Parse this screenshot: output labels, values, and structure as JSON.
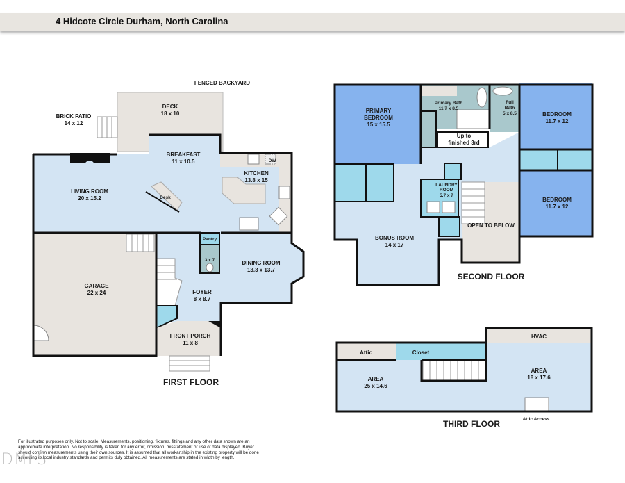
{
  "header": {
    "title": "4 Hidcote Circle  Durham, North Carolina"
  },
  "colors": {
    "living": "#d3e4f3",
    "outdoor": "#e8e4df",
    "bedroom": "#86b3ee",
    "bath": "#a9c8cc",
    "closet": "#9ed9eb",
    "wall": "#111111"
  },
  "first_floor": {
    "label": "FIRST FLOOR",
    "fenced_backyard": "FENCED BACKYARD",
    "rooms": [
      {
        "name": "BRICK PATIO",
        "size": "14 x 12"
      },
      {
        "name": "DECK",
        "size": "18 x 10"
      },
      {
        "name": "BREAKFAST",
        "size": "11 x 10.5"
      },
      {
        "name": "KITCHEN",
        "size": "13.8 x 15"
      },
      {
        "name": "LIVING ROOM",
        "size": "20 x 15.2"
      },
      {
        "name": "GARAGE",
        "size": "22 x 24"
      },
      {
        "name": "DINING ROOM",
        "size": "13.3 x 13.7"
      },
      {
        "name": "FOYER",
        "size": "8 x 8.7"
      },
      {
        "name": "FRONT PORCH",
        "size": "11 x 8"
      }
    ],
    "desk": "Desk",
    "pantry": "Pantry",
    "half_bath": "3 x 7",
    "dw": "DW"
  },
  "second_floor": {
    "label": "SECOND FLOOR",
    "rooms": [
      {
        "name": "PRIMARY",
        "name2": "BEDROOM",
        "size": "15 x 15.5"
      },
      {
        "name": "Primary Bath",
        "size": "11.7 x 8.5"
      },
      {
        "name": "Full",
        "name2": "Bath",
        "size": "5 x 8.5"
      },
      {
        "name": "BEDROOM",
        "size": "11.7 x 12"
      },
      {
        "name": "BEDROOM",
        "size": "11.7 x 12"
      },
      {
        "name": "LAUNDRY",
        "name2": "ROOM",
        "size": "5.7 x 7"
      },
      {
        "name": "BONUS ROOM",
        "size": "14 x 17"
      }
    ],
    "stairs_up": "Up to",
    "stairs_up2": "finished 3rd",
    "open_to_below": "OPEN TO BELOW"
  },
  "third_floor": {
    "label": "THIRD FLOOR",
    "rooms": [
      {
        "name": "Attic"
      },
      {
        "name": "Closet"
      },
      {
        "name": "HVAC"
      },
      {
        "name": "AREA",
        "size": "25 x 14.6"
      },
      {
        "name": "AREA",
        "size": "18 x 17.6"
      }
    ],
    "attic_access": "Attic Access"
  },
  "footer": {
    "disclaimer": "For illustrated purposes only. Not to scale. Measurements, positioning, fixtures, fittings and any other data shown are an approximate interpretation. No responsibility is taken for any error, omission, misstatement or use of data displayed. Buyer should confirm measurements using their own sources. It is assumed that all workanship in the existing property will be done according to local industry standards and permits duly obtained. All measurements are stated in width by length.",
    "watermark": "DMLS"
  }
}
